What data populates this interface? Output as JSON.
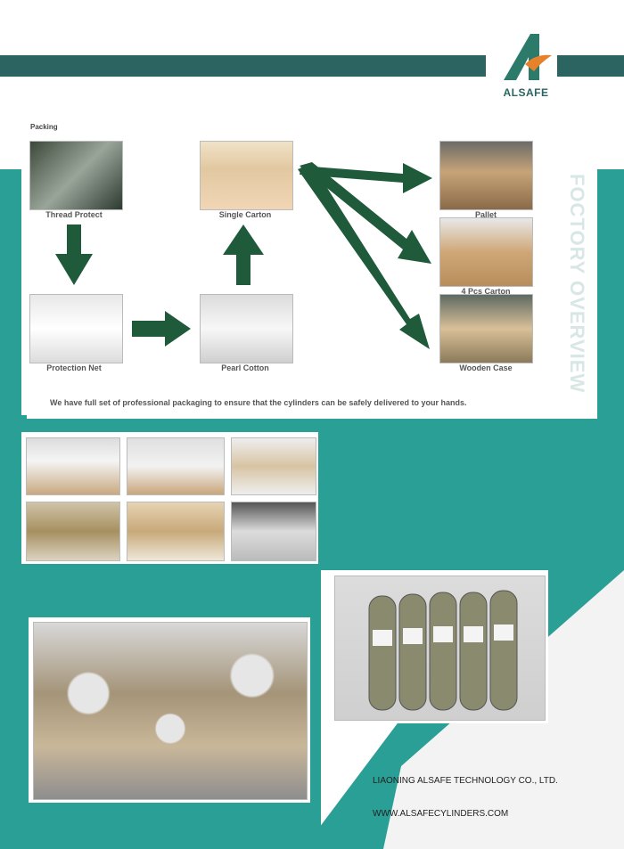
{
  "brand": {
    "name": "ALSAFE"
  },
  "side_title": "FOCTORY OVERVIEW",
  "section": {
    "title": "Packing",
    "steps": [
      {
        "label": "Thread Protect"
      },
      {
        "label": "Single Carton"
      },
      {
        "label": "Protection Net"
      },
      {
        "label": "Pearl Cotton"
      },
      {
        "label": "Pallet"
      },
      {
        "label": "4 Pcs Carton"
      },
      {
        "label": "Wooden Case"
      }
    ],
    "caption": "We have full set of professional packaging to ensure that the cylinders can be safely delivered to your hands."
  },
  "footer": {
    "company": "LIAONING ALSAFE TECHNOLOGY CO., LTD.",
    "website": "WWW.ALSAFECYLINDERS.COM"
  },
  "colors": {
    "teal": "#2a9f95",
    "dark_band": "#2b6460",
    "arrow": "#1f5a3a",
    "logo_orange": "#e8822a"
  }
}
